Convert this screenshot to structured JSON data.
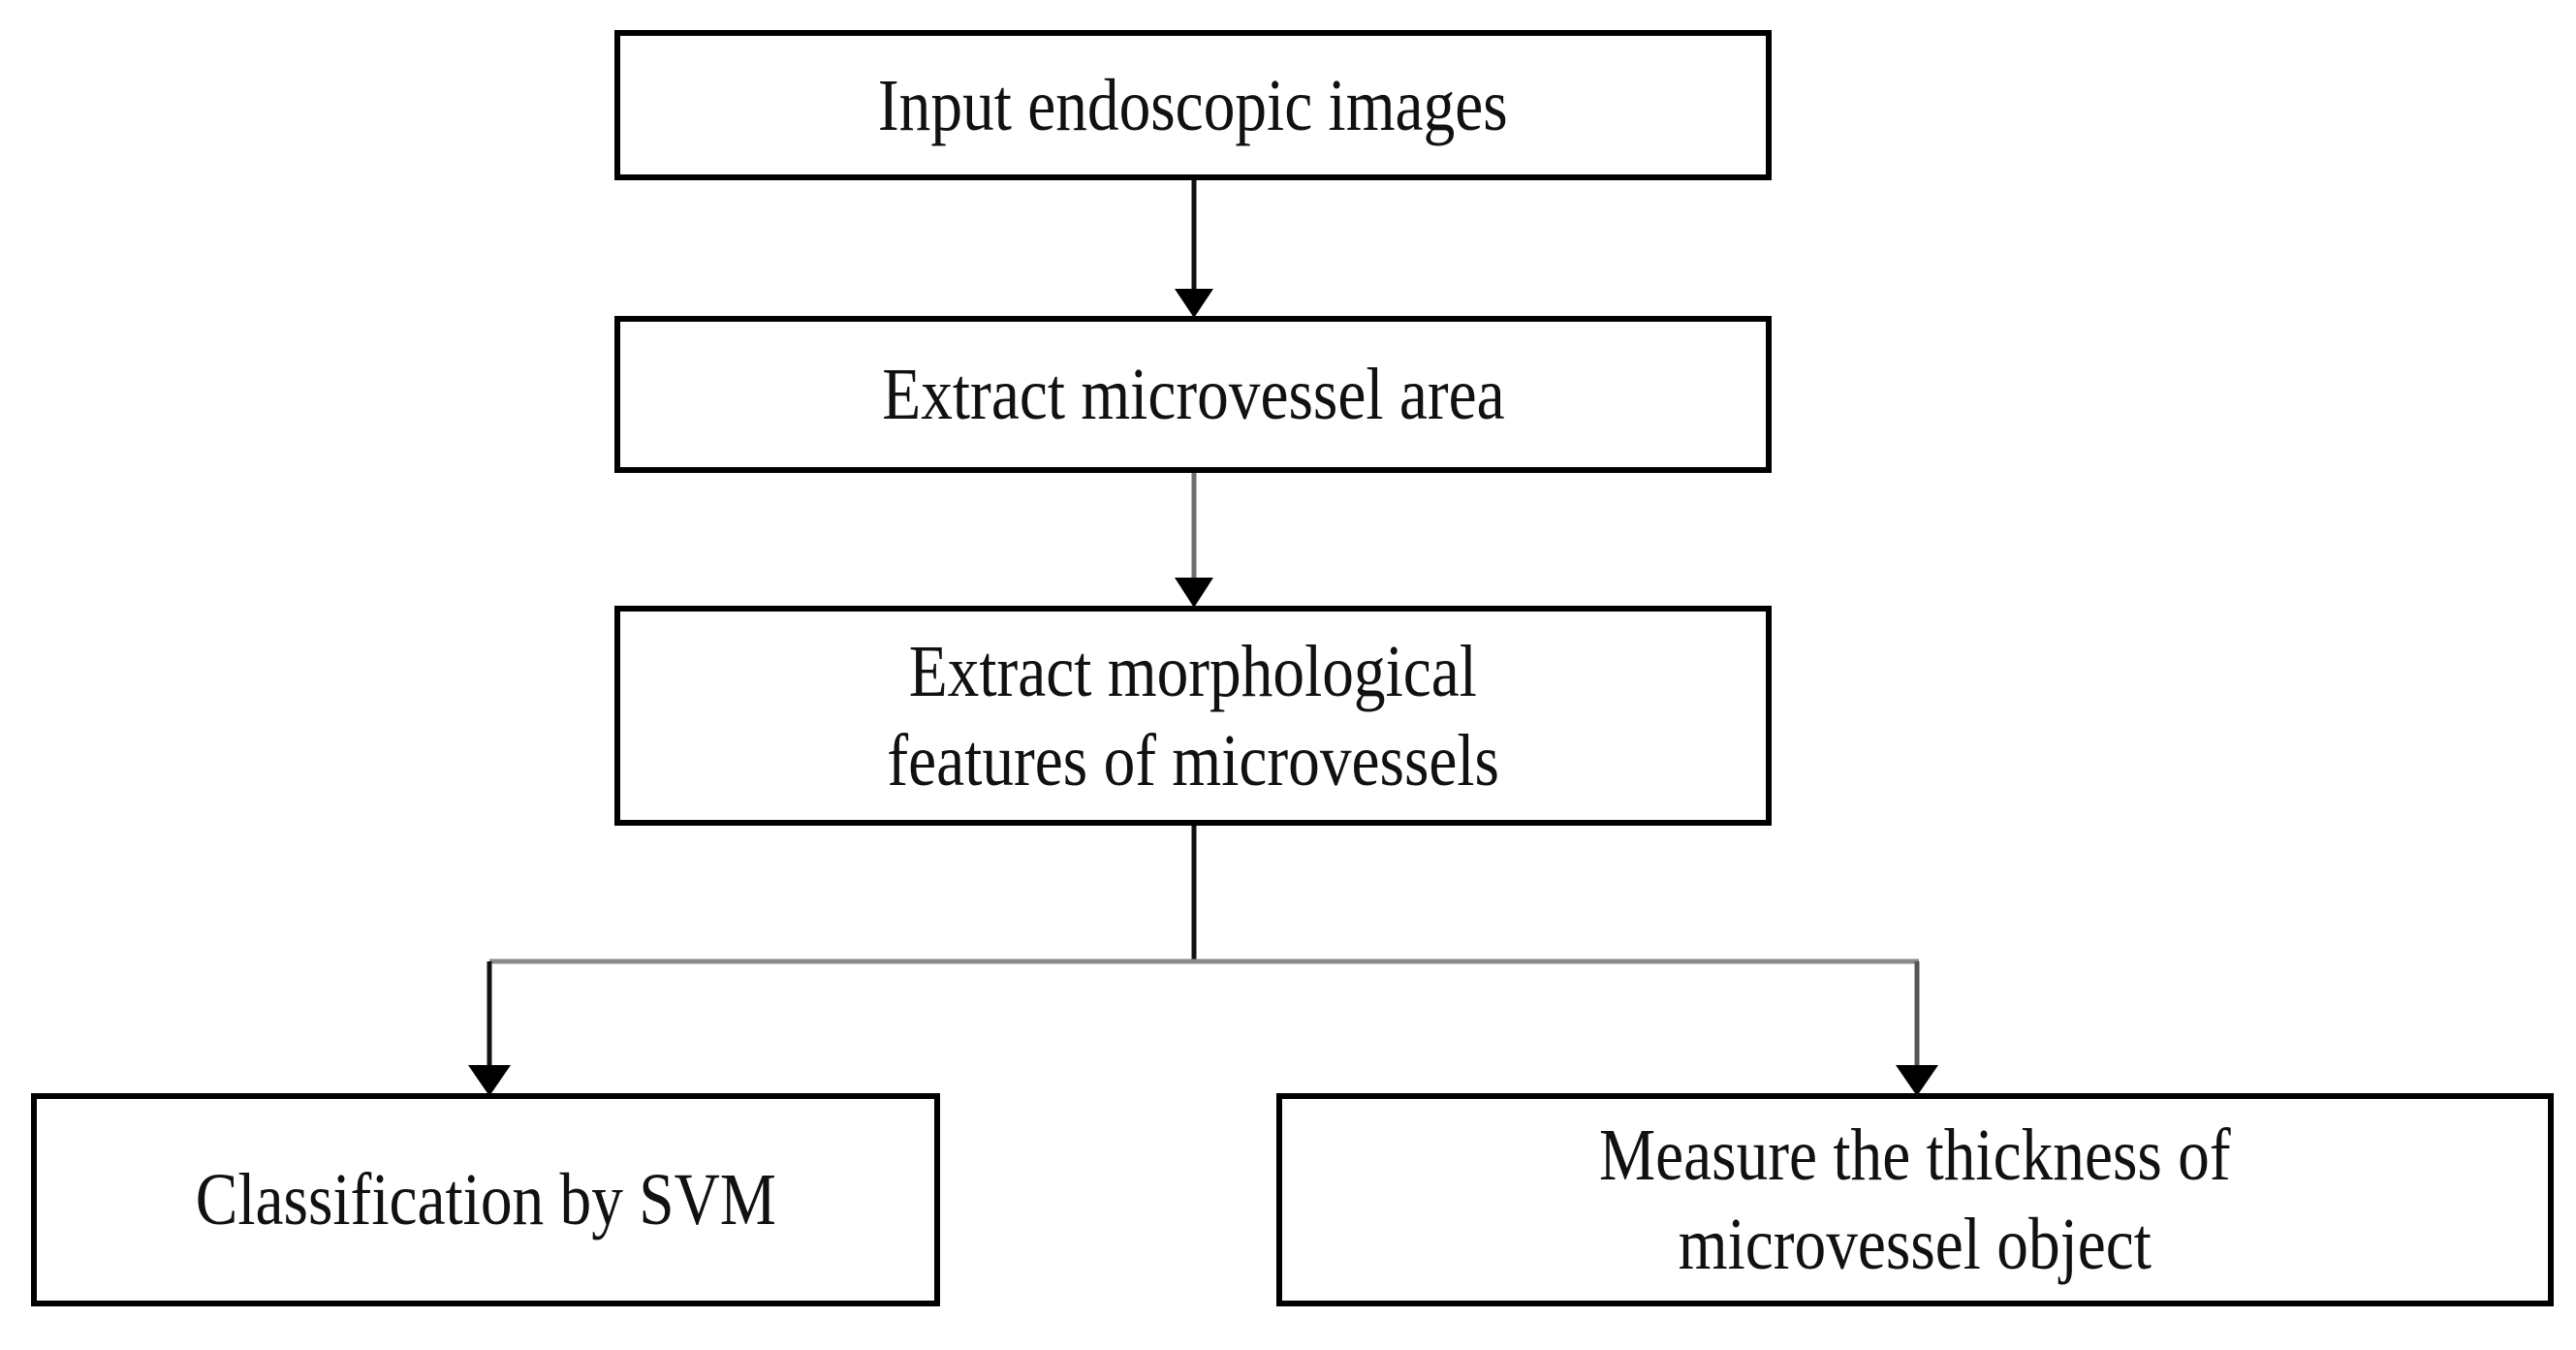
{
  "diagram": {
    "title": "Endoscopic microvessel analysis pipeline flowchart",
    "type": "flowchart",
    "orientation": "top-down",
    "colors": {
      "box_border": "#000000",
      "box_fill": "#ffffff",
      "connector": "#1a1a1a",
      "connector_light": "#8a8a8a",
      "text": "#111111",
      "background": "#ffffff"
    },
    "nodes": [
      {
        "id": "input",
        "label": "Input endoscopic images",
        "lines": [
          "Input endoscopic images"
        ]
      },
      {
        "id": "extract_area",
        "label": "Extract microvessel area",
        "lines": [
          "Extract microvessel area"
        ]
      },
      {
        "id": "extract_morph",
        "label": "Extract morphological features of microvessels",
        "lines": [
          "Extract morphological",
          "features of microvessels"
        ]
      },
      {
        "id": "classify",
        "label": "Classification by SVM",
        "lines": [
          "Classification by SVM"
        ]
      },
      {
        "id": "measure",
        "label": "Measure the thickness of microvessel object",
        "lines": [
          "Measure the thickness of",
          "microvessel object"
        ]
      }
    ],
    "edges": [
      {
        "from": "input",
        "to": "extract_area",
        "style": "straight-arrow"
      },
      {
        "from": "extract_area",
        "to": "extract_morph",
        "style": "straight-arrow"
      },
      {
        "from": "extract_morph",
        "to": "classify",
        "style": "branch-left-arrow"
      },
      {
        "from": "extract_morph",
        "to": "measure",
        "style": "branch-right-arrow"
      }
    ]
  }
}
